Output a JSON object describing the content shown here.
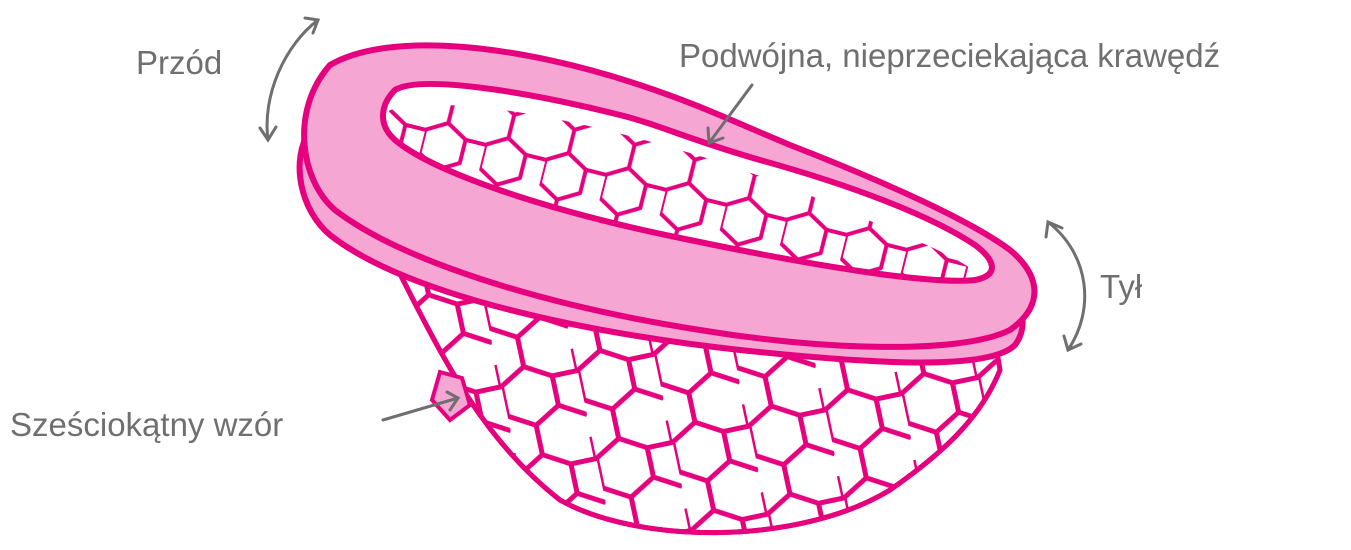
{
  "labels": {
    "front": "Przód",
    "rim": "Podwójna, nieprzeciekająca krawędź",
    "back": "Tył",
    "pattern": "Sześciokątny wzór"
  },
  "colors": {
    "outline": "#e6007e",
    "fill": "#f6a6d3",
    "arrow": "#6f6e70",
    "text": "#6f6e70"
  },
  "icons": {
    "front_arrow": "curved-double-arrow-icon",
    "back_arrow": "curved-double-arrow-icon",
    "rim_pointer": "pointer-arrow-icon",
    "pattern_pointer": "pointer-arrow-icon"
  }
}
